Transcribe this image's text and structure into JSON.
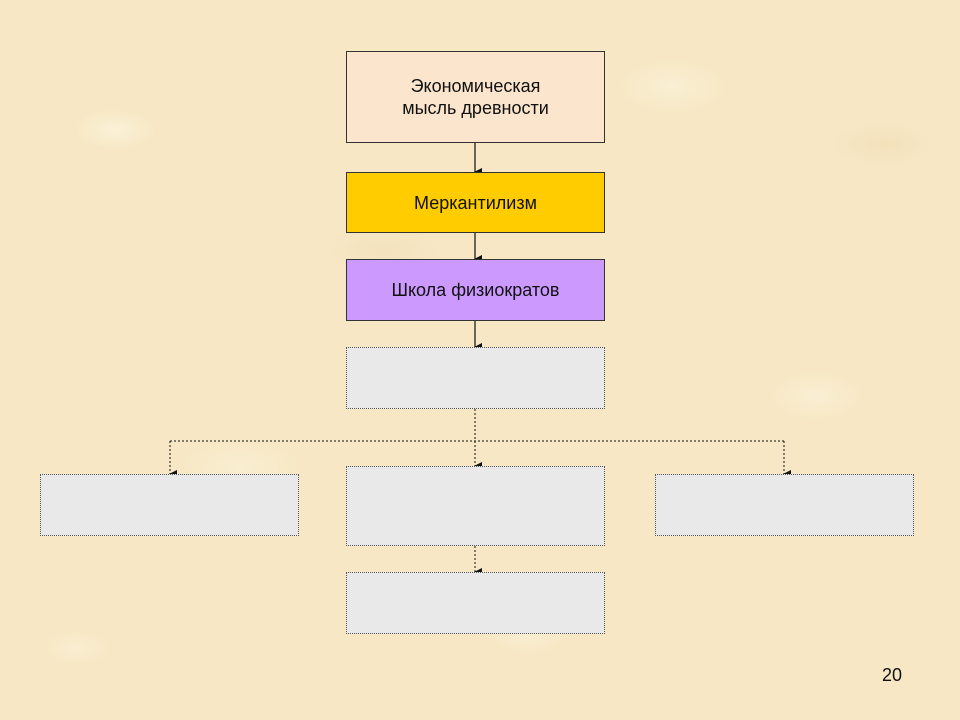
{
  "diagram": {
    "nodes": {
      "ancient": "Экономическая мысль древности",
      "mercantilism": "Меркантилизм",
      "physiocrats": "Школа физиократов",
      "blank_1": "",
      "blank_left": "",
      "blank_center": "",
      "blank_right": "",
      "blank_bottom": ""
    },
    "colors": {
      "ancient": "#fbe5cd",
      "mercantilism": "#ffcc00",
      "physiocrats": "#cc99ff",
      "blank": "#e9e9e9"
    }
  },
  "page": {
    "number": "20"
  }
}
